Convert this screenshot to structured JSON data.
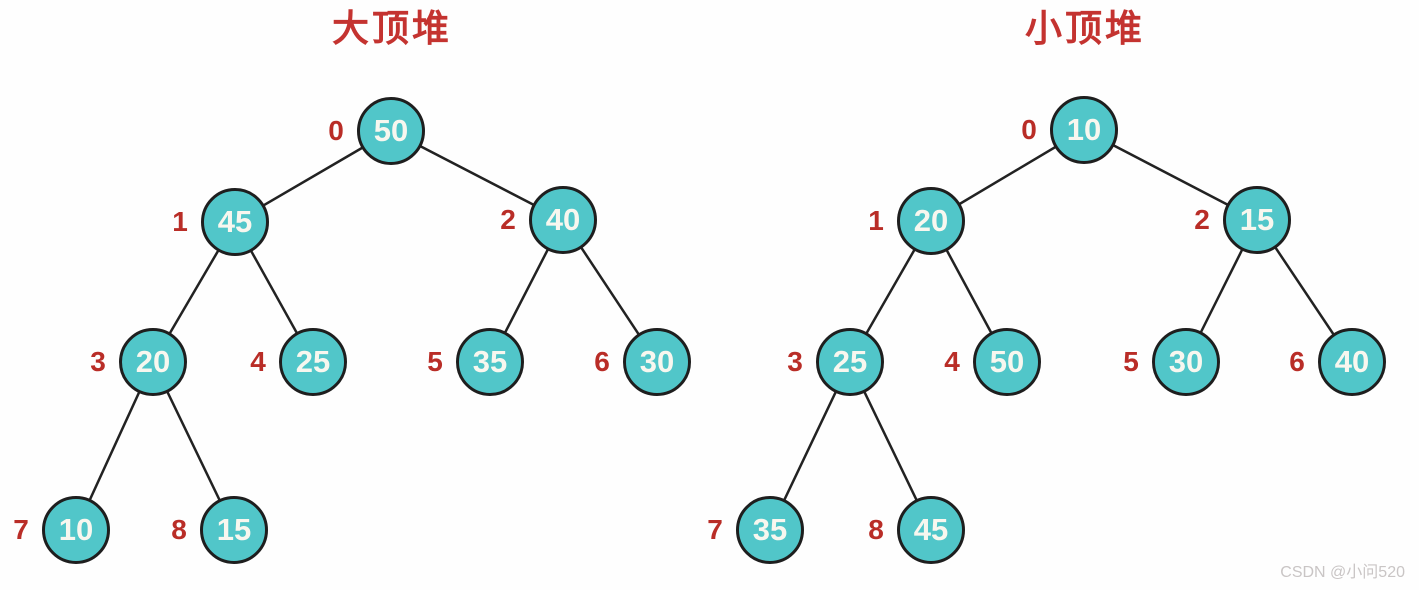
{
  "watermark": "CSDN @小问520",
  "colors": {
    "background": "#fefefe",
    "node_fill": "#51c6c9",
    "node_border": "#1e1e1e",
    "node_text": "#f8f7ef",
    "index_color": "#b92d27",
    "title_color": "#c43330",
    "edge_color": "#222222",
    "watermark_color": "#c9c5c5"
  },
  "trees": [
    {
      "title": "大顶堆",
      "nodes": [
        {
          "index": "0",
          "value": "50"
        },
        {
          "index": "1",
          "value": "45"
        },
        {
          "index": "2",
          "value": "40"
        },
        {
          "index": "3",
          "value": "20"
        },
        {
          "index": "4",
          "value": "25"
        },
        {
          "index": "5",
          "value": "35"
        },
        {
          "index": "6",
          "value": "30"
        },
        {
          "index": "7",
          "value": "10"
        },
        {
          "index": "8",
          "value": "15"
        }
      ]
    },
    {
      "title": "小顶堆",
      "nodes": [
        {
          "index": "0",
          "value": "10"
        },
        {
          "index": "1",
          "value": "20"
        },
        {
          "index": "2",
          "value": "15"
        },
        {
          "index": "3",
          "value": "25"
        },
        {
          "index": "4",
          "value": "50"
        },
        {
          "index": "5",
          "value": "30"
        },
        {
          "index": "6",
          "value": "40"
        },
        {
          "index": "7",
          "value": "35"
        },
        {
          "index": "8",
          "value": "45"
        }
      ]
    }
  ]
}
